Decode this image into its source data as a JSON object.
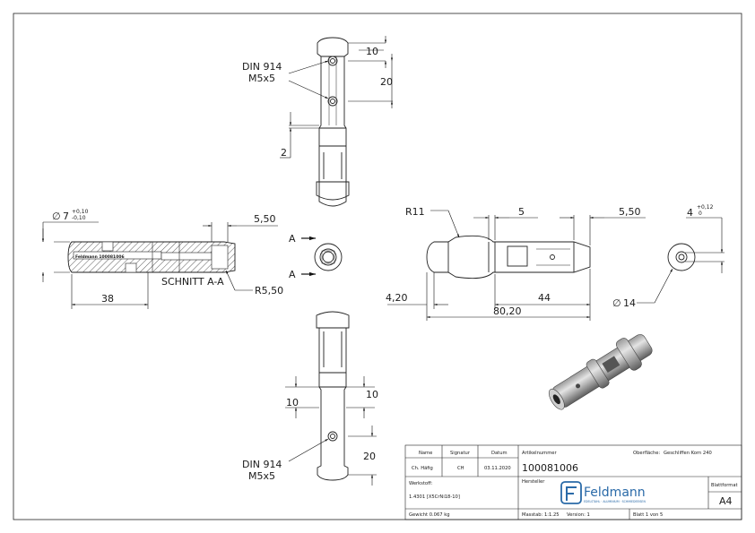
{
  "drawing": {
    "callouts": {
      "top_din_line1": "DIN 914",
      "top_din_line2": "M5x5",
      "bottom_din_line1": "DIN 914",
      "bottom_din_line2": "M5x5",
      "section_arrow_top": "A",
      "section_arrow_bottom": "A",
      "section_title": "SCHNITT A-A",
      "engraving": "Feldmann 100081006"
    },
    "dimensions": {
      "top_10": "10",
      "top_20": "20",
      "top_2": "2",
      "section_dia_symbol": "∅",
      "section_dia_value": "7",
      "section_dia_tol_upper": "+0,10",
      "section_dia_tol_lower": "-0,10",
      "section_550": "5,50",
      "section_38": "38",
      "section_r550": "R5,50",
      "side_r11": "R11",
      "side_5": "5",
      "side_550": "5,50",
      "side_420": "4,20",
      "side_44": "44",
      "side_8020": "80,20",
      "end_4": "4",
      "end_tol_upper": "+0,12",
      "end_tol_lower": "0",
      "end_dia_symbol": "∅",
      "end_dia_value": "14",
      "bottom_10_left": "10",
      "bottom_10_right": "10",
      "bottom_20": "20"
    }
  },
  "title_block": {
    "name_label": "Name",
    "signatur_label": "Signatur",
    "datum_label": "Datum",
    "artikelnummer_label": "Artikelnummer",
    "oberflaeche_label": "Oberfläche:",
    "oberflaeche_value": "Geschliffen Korn 240",
    "name_value": "Ch. Häfig",
    "signatur_value": "CH",
    "datum_value": "03.11.2020",
    "artikelnummer_value": "100081006",
    "werkstoff_label": "Werkstoff:",
    "werkstoff_value": "1.4301 [X5CrNi18-10]",
    "hersteller_label": "Hersteller",
    "logo_text": "Feldmann",
    "logo_tagline": "EDELSTAHL · ALUMINIUM · SCHMIEDEEISEN",
    "blattformat_label": "Blattformat",
    "blattformat_value": "A4",
    "gewicht": "Gewicht 0.067 kg",
    "massstab": "Masstab: 1:1.25",
    "version": "Version: 1",
    "blatt": "Blatt 1 von 5"
  }
}
